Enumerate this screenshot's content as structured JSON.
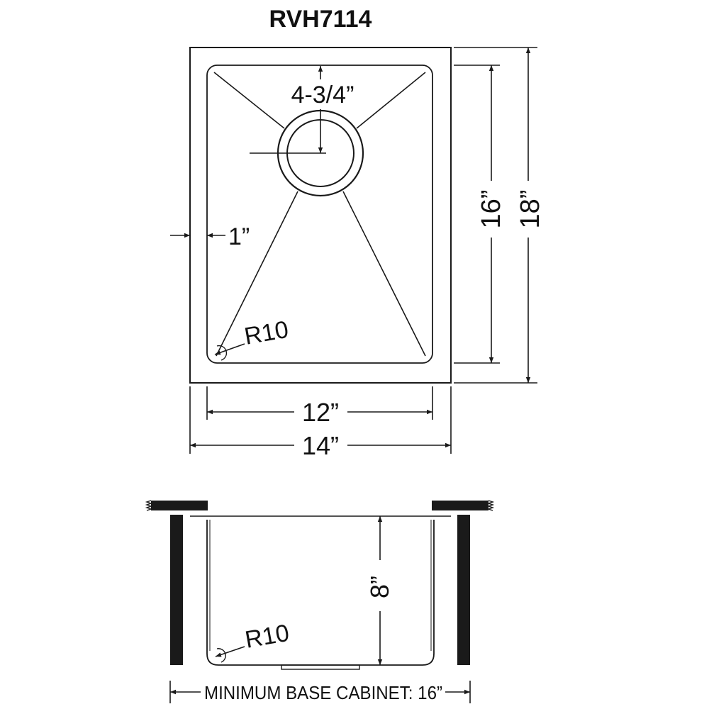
{
  "model": "RVH7114",
  "top_view": {
    "drain_offset": "4-3/4”",
    "rim_width": "1”",
    "corner_radius": "R10",
    "inner_length": "16”",
    "outer_length": "18”",
    "inner_width": "12”",
    "outer_width": "14”"
  },
  "side_view": {
    "depth": "8”",
    "corner_radius": "R10",
    "min_cabinet": "MINIMUM BASE CABINET: 16”"
  },
  "colors": {
    "line": "#1a1a1a",
    "background": "#ffffff"
  }
}
